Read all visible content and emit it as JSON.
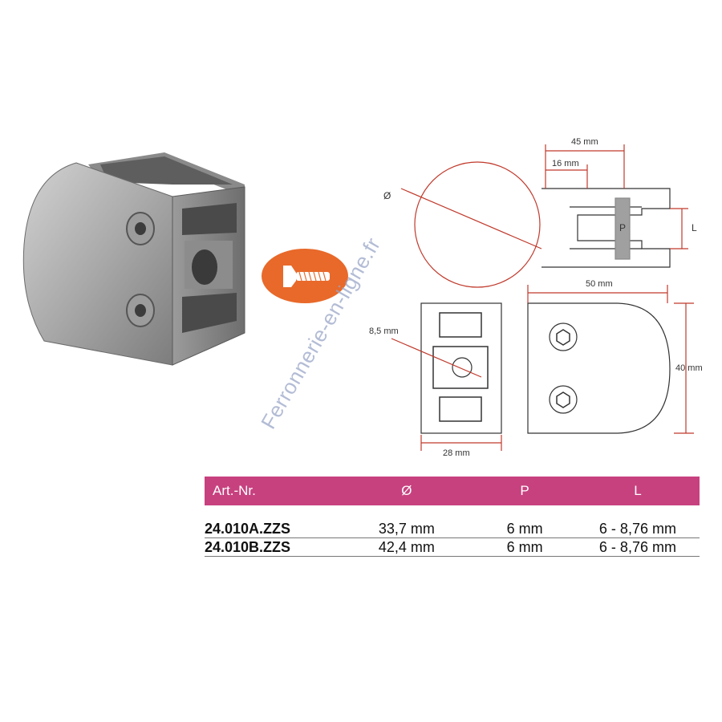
{
  "drawing": {
    "dims": {
      "d45": "45 mm",
      "d16": "16 mm",
      "diameter": "Ø",
      "pLetter": "P",
      "lLetter": "L",
      "d50": "50 mm",
      "d8_5": "8,5 mm",
      "d40": "40 mm",
      "d28": "28 mm"
    },
    "colors": {
      "dimension": "#c0392b",
      "outline": "#333333",
      "pBar": "#a0a0a0"
    }
  },
  "watermark": "Ferronnerie-en-ligne.fr",
  "badge": {
    "color": "#e8692a",
    "icon": "screw-icon"
  },
  "table": {
    "headers": [
      "Art.-Nr.",
      "Ø",
      "P",
      "L"
    ],
    "rows": [
      [
        "24.010A.ZZS",
        "33,7 mm",
        "6 mm",
        "6 - 8,76 mm"
      ],
      [
        "24.010B.ZZS",
        "42,4 mm",
        "6 mm",
        "6 - 8,76 mm"
      ]
    ],
    "headerColor": "#c7417f"
  }
}
